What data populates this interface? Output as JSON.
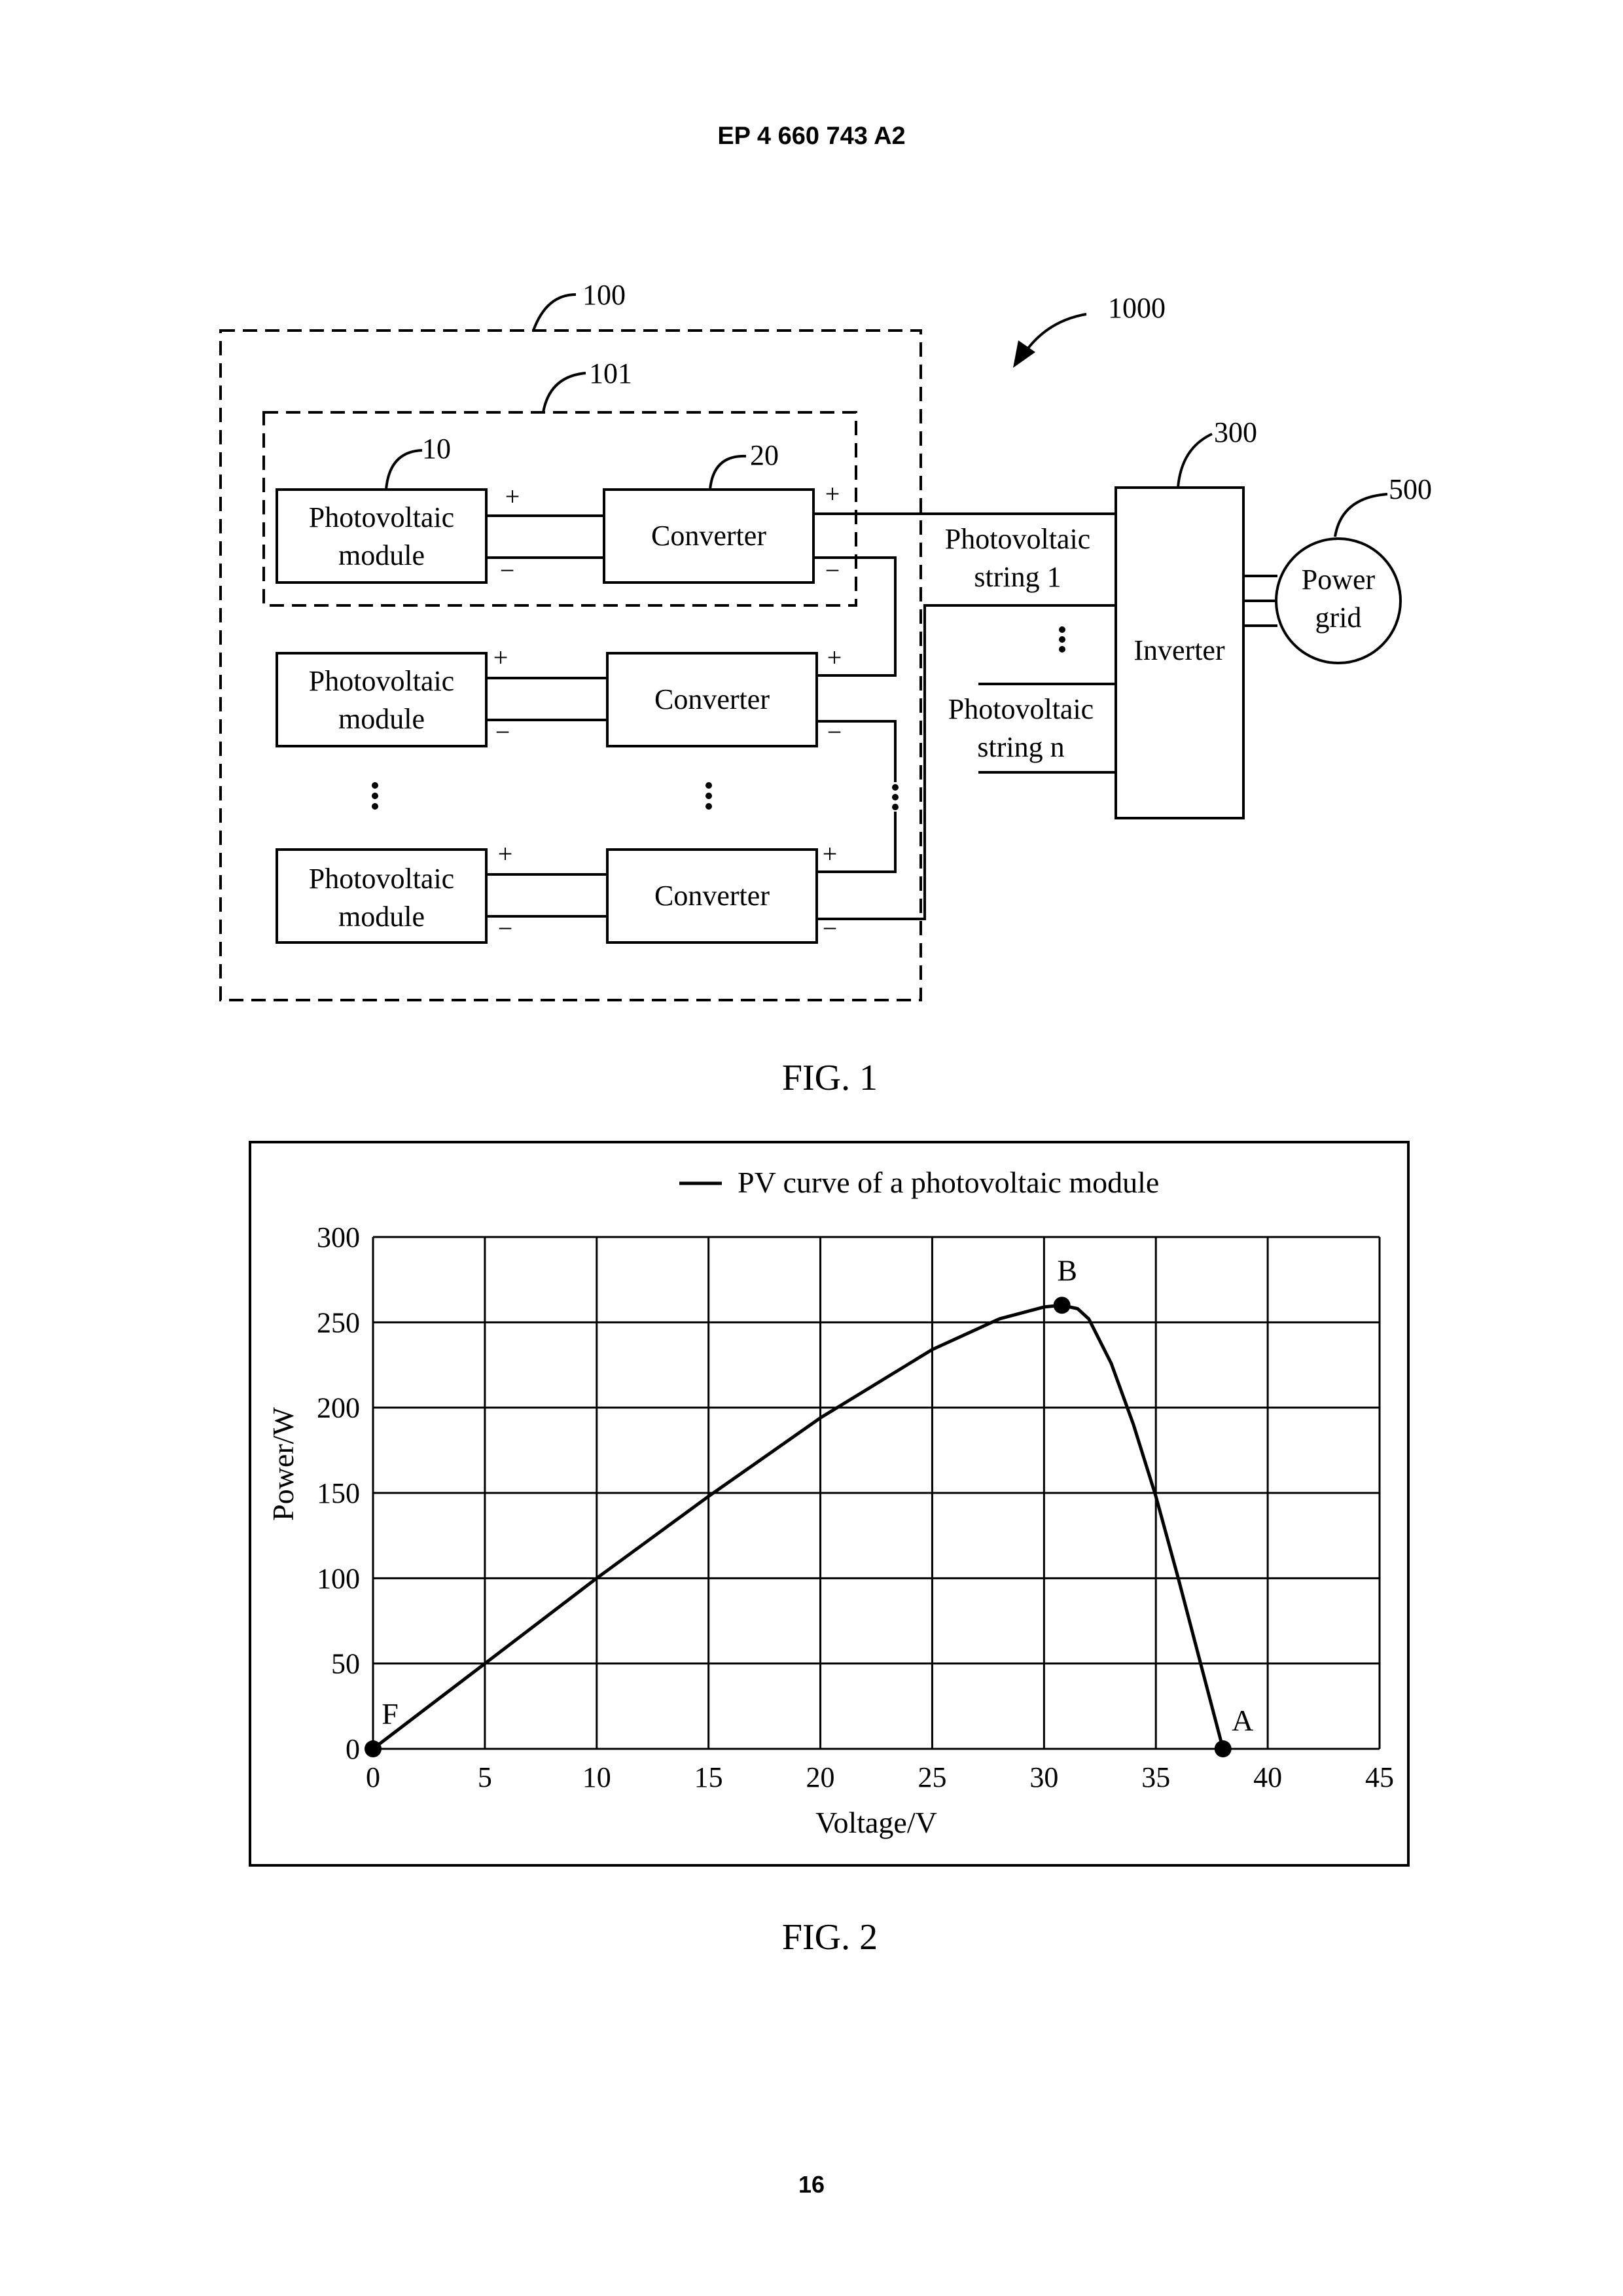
{
  "header": {
    "doc_number": "EP 4 660 743 A2"
  },
  "footer": {
    "page_number": "16"
  },
  "fig1": {
    "caption": "FIG. 1",
    "refs": {
      "r100": "100",
      "r101": "101",
      "r10": "10",
      "r20": "20",
      "r1000": "1000",
      "r300": "300",
      "r500": "500"
    },
    "pv_module": [
      "Photovoltaic",
      "module"
    ],
    "converter": "Converter",
    "inverter": "Inverter",
    "power_grid": [
      "Power",
      "grid"
    ],
    "string1": [
      "Photovoltaic",
      "string 1"
    ],
    "stringn": [
      "Photovoltaic",
      "string n"
    ],
    "plus": "+",
    "minus": "−"
  },
  "fig2": {
    "caption": "FIG. 2",
    "chart_data": {
      "type": "line",
      "title": "",
      "xlabel": "Voltage/V",
      "ylabel": "Power/W",
      "xlim": [
        0,
        45
      ],
      "ylim": [
        0,
        300
      ],
      "xticks": [
        0,
        5,
        10,
        15,
        20,
        25,
        30,
        35,
        40,
        45
      ],
      "yticks": [
        0,
        50,
        100,
        150,
        200,
        250,
        300
      ],
      "grid": true,
      "legend": "top-center",
      "series": [
        {
          "name": "PV curve of a photovoltaic module",
          "color": "#000000",
          "x": [
            0,
            5,
            10,
            15,
            20,
            25,
            28,
            30,
            30.8,
            31.5,
            32,
            33,
            34,
            35,
            36,
            37,
            38
          ],
          "y": [
            0,
            50,
            100,
            148,
            194,
            234,
            252,
            259,
            260,
            258,
            252,
            226,
            190,
            148,
            100,
            50,
            0
          ]
        }
      ],
      "points": [
        {
          "label": "F",
          "x": 0,
          "y": 0
        },
        {
          "label": "B",
          "x": 30.8,
          "y": 260
        },
        {
          "label": "A",
          "x": 38,
          "y": 0
        }
      ]
    }
  }
}
